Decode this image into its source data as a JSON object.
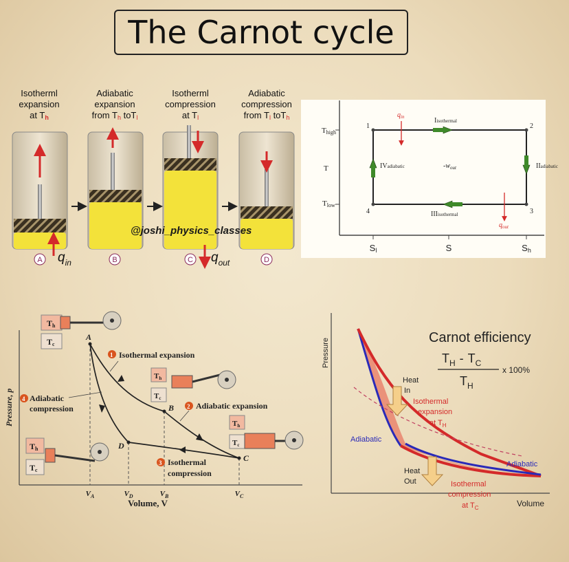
{
  "title": "The Carnot cycle",
  "watermark": "@joshi_physics_classes",
  "cylinders": [
    {
      "caption": [
        "Isotherml",
        "expansion",
        "at T_h"
      ],
      "tag": "A"
    },
    {
      "caption": [
        "Adiabatic",
        "expansion",
        "from T_h toT_l"
      ],
      "tag": "B"
    },
    {
      "caption": [
        "Isotherml",
        "compression",
        "at T_l"
      ],
      "tag": "C"
    },
    {
      "caption": [
        "Adiabatic",
        "compression",
        "from T_l toT_h"
      ],
      "tag": "D"
    }
  ],
  "cyl_labels": {
    "q_in": "q",
    "q_in_sub": "in",
    "q_out": "q",
    "q_out_sub": "out"
  },
  "ts": {
    "t_high": "T",
    "t_high_sub": "high",
    "t": "T",
    "t_low": "T",
    "t_low_sub": "low",
    "s_l": "S",
    "s_l_sub": "l",
    "s": "S",
    "s_h": "S",
    "s_h_sub": "h",
    "corners": [
      "1",
      "2",
      "3",
      "4"
    ],
    "edge_I": "I",
    "edge_I_sub": "isothermal",
    "edge_II": "II",
    "edge_II_sub": "adiabatic",
    "edge_III": "III",
    "edge_III_sub": "isothermal",
    "edge_IV": "IV",
    "edge_IV_sub": "adiabatic",
    "q_in": "q",
    "q_in_sub": "in",
    "q_out": "q",
    "q_out_sub": "out",
    "w_out": "-w",
    "w_out_sub": "out"
  },
  "pv": {
    "ylabel": "Pressure, p",
    "xlabel": "Volume, V",
    "points": [
      "A",
      "B",
      "C",
      "D"
    ],
    "vticks": [
      [
        "V",
        "A"
      ],
      [
        "V",
        "D"
      ],
      [
        "V",
        "B"
      ],
      [
        "V",
        "C"
      ]
    ],
    "steps": [
      {
        "num": "1",
        "label": "Isothermal expansion"
      },
      {
        "num": "2",
        "label": "Adiabatic expansion"
      },
      {
        "num": "3",
        "label": [
          "Isothermal",
          "compression"
        ]
      },
      {
        "num": "4",
        "label": [
          "Adiabatic",
          "compression"
        ]
      }
    ],
    "th": "T",
    "th_sub": "h",
    "tc": "T",
    "tc_sub": "c"
  },
  "eff": {
    "title": "Carnot efficiency",
    "num_a": "T",
    "num_a_sub": "H",
    "minus": "-",
    "num_b": "T",
    "num_b_sub": "C",
    "den": "T",
    "den_sub": "H",
    "pct": "x 100%",
    "ylabel": "Pressure",
    "xlabel": "Volume",
    "heat_in": [
      "Heat",
      "In"
    ],
    "heat_out": [
      "Heat",
      "Out"
    ],
    "iso_exp": [
      "Isothermal",
      "expansion",
      "at T"
    ],
    "iso_exp_sub": "H",
    "iso_comp": [
      "Isothermal",
      "compression",
      "at T"
    ],
    "iso_comp_sub": "C",
    "adiabatic_left": "Adiabatic",
    "adiabatic_right": "Adiabatic"
  },
  "colors": {
    "red": "#d42a2a",
    "oil": "#f3e23a",
    "blue": "#2a2ab8",
    "green": "#3f8a2a",
    "dark": "#222222",
    "fill": "#e98a72"
  }
}
